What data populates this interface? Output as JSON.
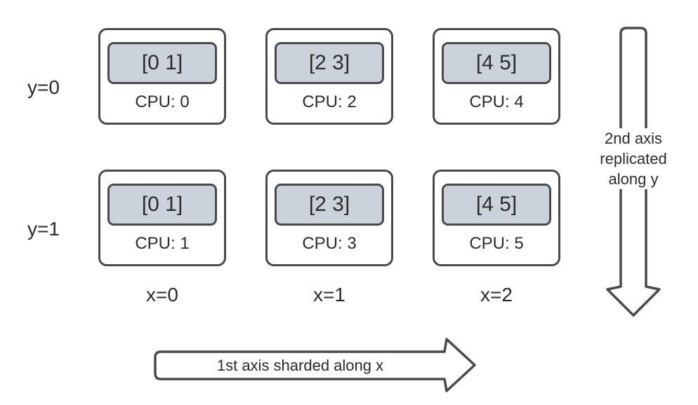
{
  "colors": {
    "stroke": "#4a4a4a",
    "shard_fill": "#ccd2db",
    "text": "#2b2b2b",
    "background": "#ffffff"
  },
  "mesh": {
    "row_labels": [
      "y=0",
      "y=1"
    ],
    "col_labels": [
      "x=0",
      "x=1",
      "x=2"
    ],
    "devices": [
      {
        "row": 0,
        "col": 0,
        "shard": "[0 1]",
        "cpu": "CPU: 0"
      },
      {
        "row": 0,
        "col": 1,
        "shard": "[2 3]",
        "cpu": "CPU: 2"
      },
      {
        "row": 0,
        "col": 2,
        "shard": "[4 5]",
        "cpu": "CPU: 4"
      },
      {
        "row": 1,
        "col": 0,
        "shard": "[0 1]",
        "cpu": "CPU: 1"
      },
      {
        "row": 1,
        "col": 1,
        "shard": "[2 3]",
        "cpu": "CPU: 3"
      },
      {
        "row": 1,
        "col": 2,
        "shard": "[4 5]",
        "cpu": "CPU: 5"
      }
    ]
  },
  "annotations": {
    "x_arrow_label": "1st axis sharded along x",
    "y_arrow_lines": [
      "2nd axis",
      "replicated",
      "along y"
    ]
  }
}
